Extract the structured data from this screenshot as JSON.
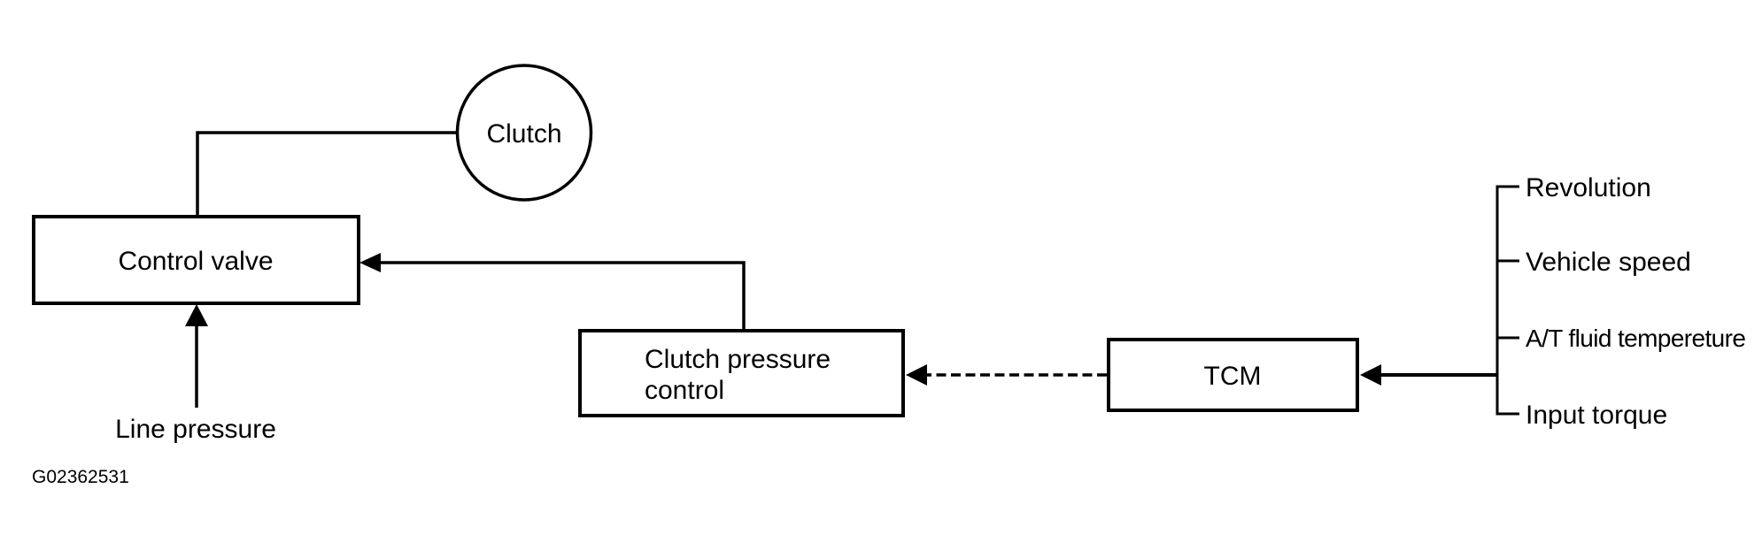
{
  "diagram": {
    "figure_id": "G02362531",
    "nodes": {
      "clutch": {
        "label": "Clutch",
        "shape": "circle"
      },
      "control_valve": {
        "label": "Control valve",
        "shape": "rect"
      },
      "clutch_pressure_control": {
        "line1": "Clutch pressure",
        "line2": "control",
        "shape": "rect"
      },
      "tcm": {
        "label": "TCM",
        "shape": "rect"
      }
    },
    "annotations": {
      "line_pressure": "Line pressure"
    },
    "tcm_inputs": [
      "Revolution",
      "Vehicle speed",
      "A/T fluid tempereture",
      "Input torque"
    ],
    "connections": [
      {
        "from": "Control valve",
        "to": "Clutch",
        "style": "plain-line"
      },
      {
        "from": "Clutch pressure control",
        "to": "Control valve",
        "style": "solid-arrow"
      },
      {
        "from": "Line pressure",
        "to": "Control valve",
        "style": "solid-arrow"
      },
      {
        "from": "TCM",
        "to": "Clutch pressure control",
        "style": "dashed-arrow"
      },
      {
        "from": "sensor inputs",
        "to": "TCM",
        "style": "solid-arrow"
      }
    ],
    "colors": {
      "line": "#000000",
      "text": "#000000",
      "background": "#ffffff"
    }
  }
}
